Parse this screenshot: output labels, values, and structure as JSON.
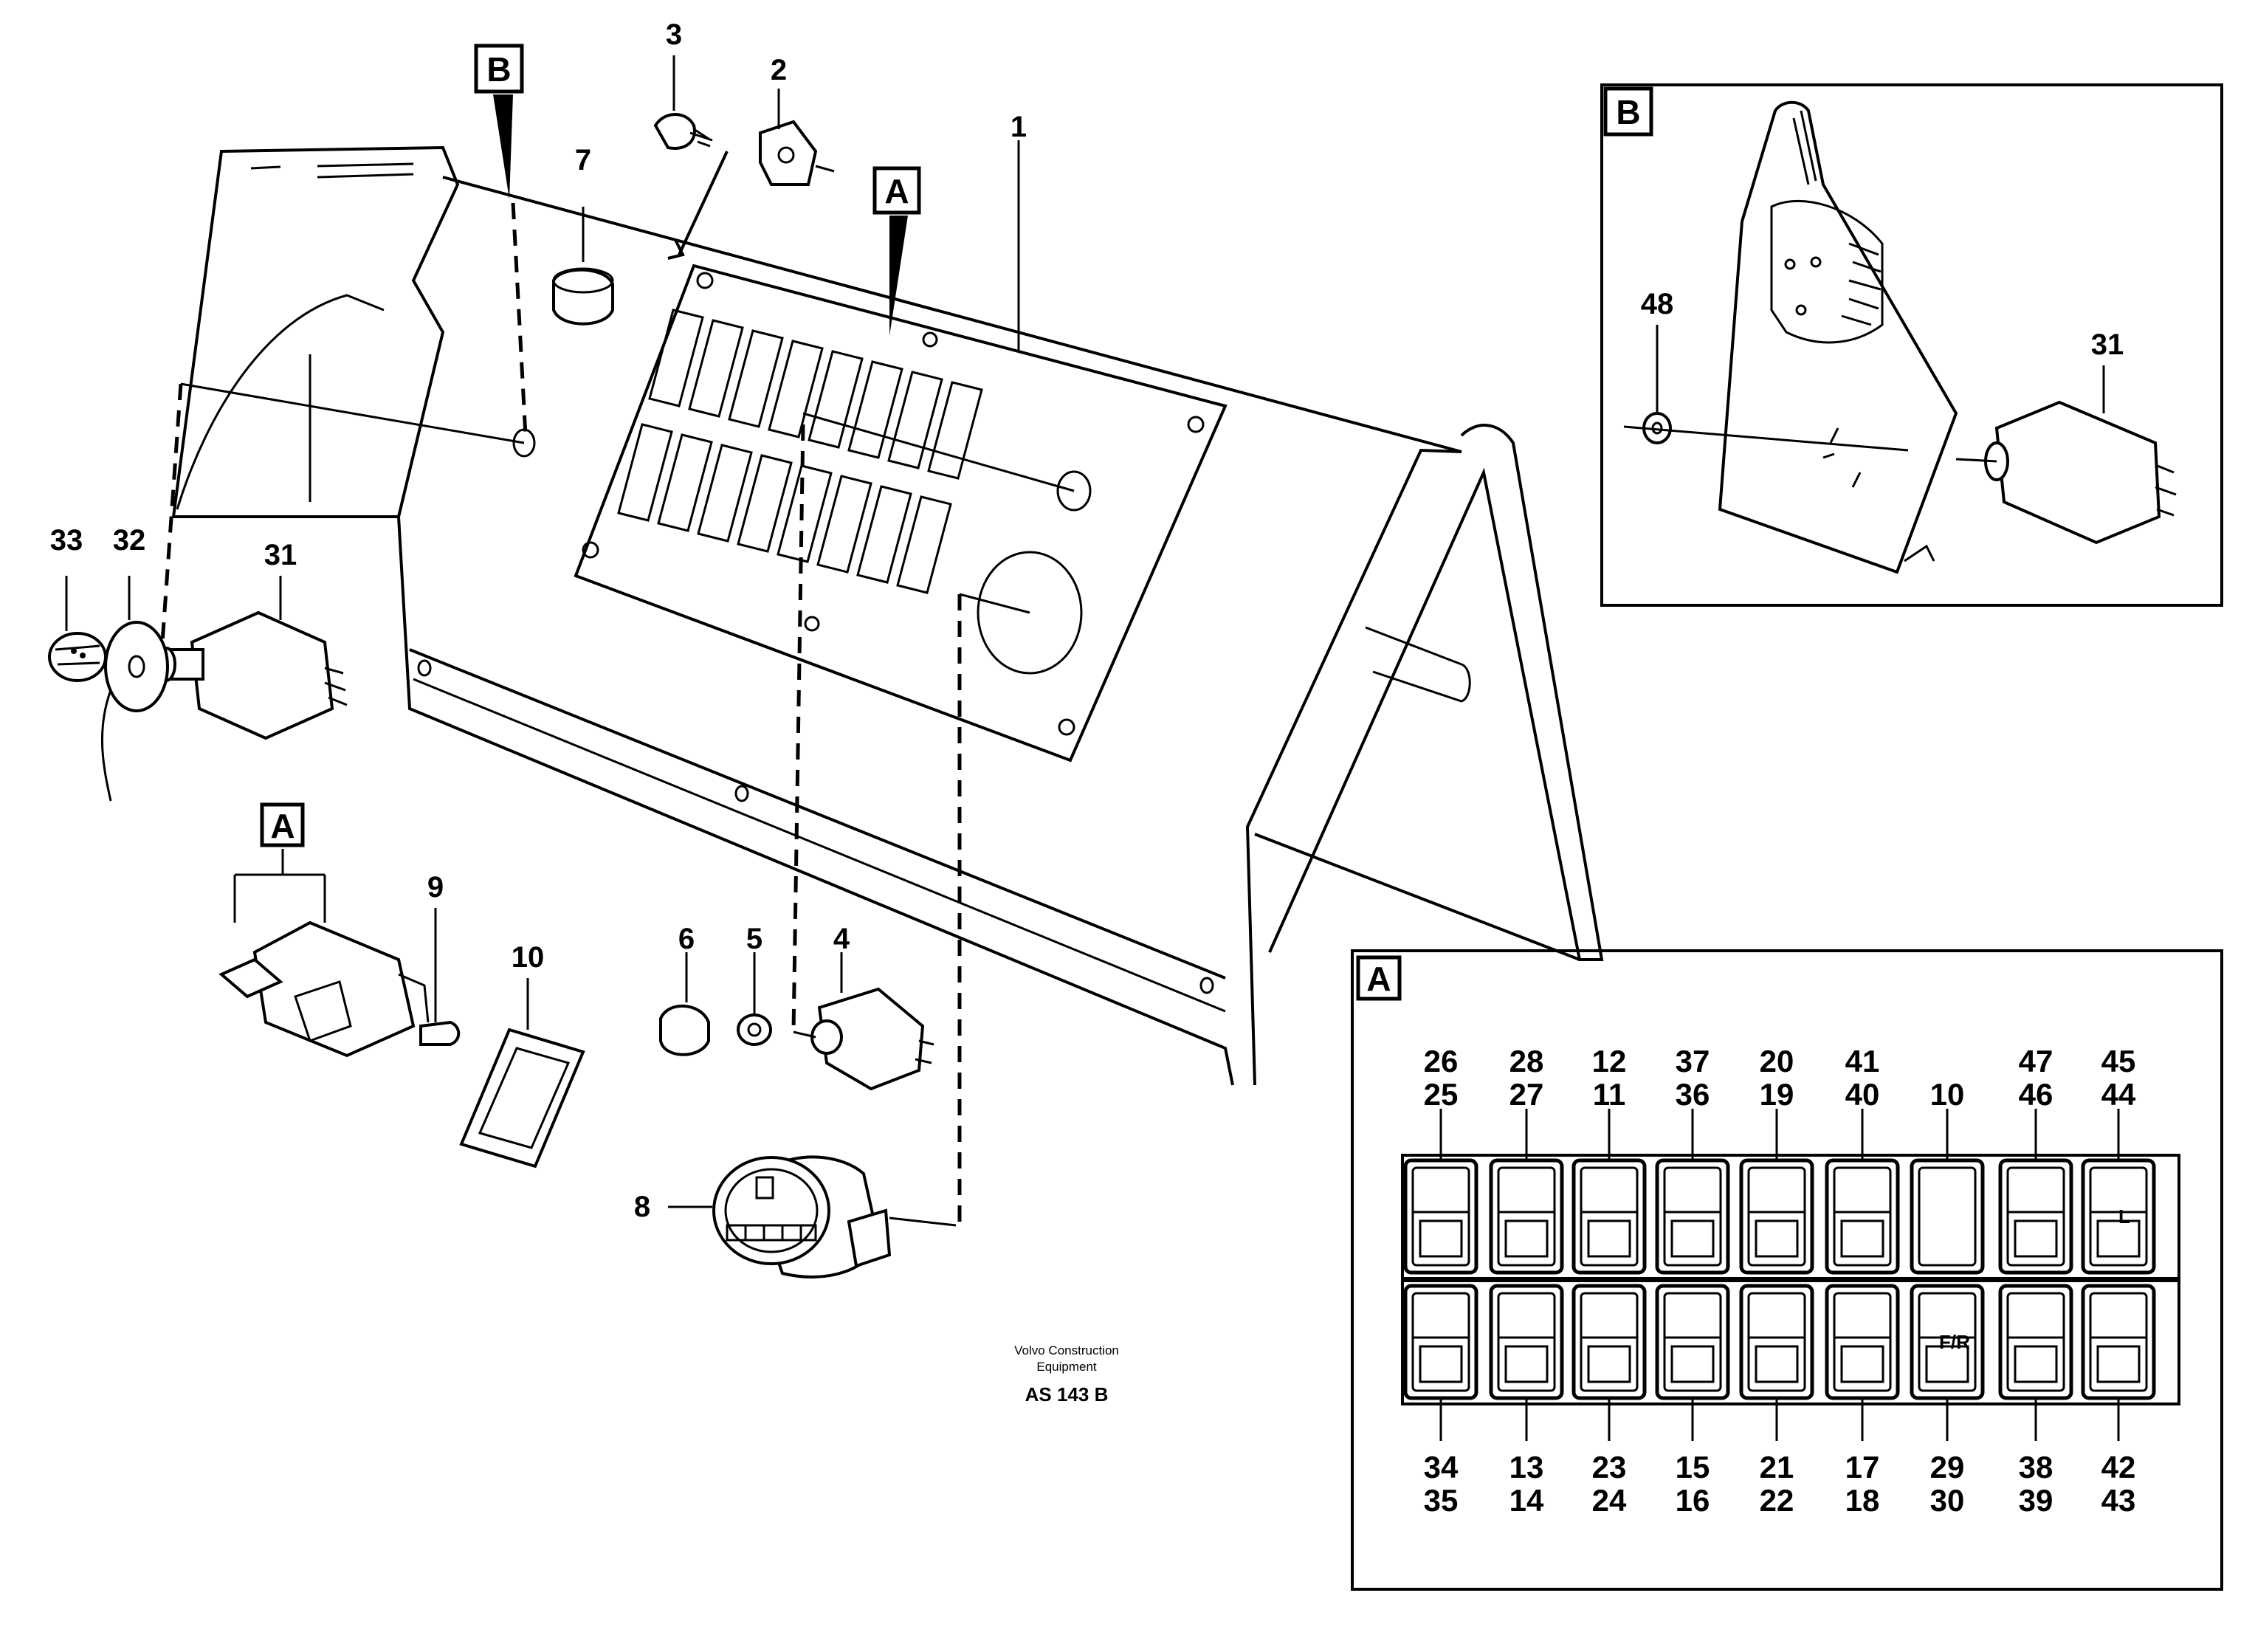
{
  "callouts": {
    "n1": "1",
    "n2": "2",
    "n3": "3",
    "n4": "4",
    "n5": "5",
    "n6": "6",
    "n7": "7",
    "n8": "8",
    "n9": "9",
    "n10": "10",
    "n31": "31",
    "n32": "32",
    "n33": "33"
  },
  "detail_labels": {
    "A": "A",
    "B": "B"
  },
  "detail_b": {
    "n48": "48",
    "n31": "31"
  },
  "detail_a": {
    "top_row": [
      {
        "upper": "26",
        "lower": "25"
      },
      {
        "upper": "28",
        "lower": "27"
      },
      {
        "upper": "12",
        "lower": "11"
      },
      {
        "upper": "37",
        "lower": "36"
      },
      {
        "upper": "20",
        "lower": "19"
      },
      {
        "upper": "41",
        "lower": "40"
      },
      {
        "upper": "",
        "lower": "10"
      },
      {
        "upper": "47",
        "lower": "46"
      },
      {
        "upper": "45",
        "lower": "44"
      }
    ],
    "bottom_row": [
      {
        "upper": "34",
        "lower": "35"
      },
      {
        "upper": "13",
        "lower": "14"
      },
      {
        "upper": "23",
        "lower": "24"
      },
      {
        "upper": "15",
        "lower": "16"
      },
      {
        "upper": "21",
        "lower": "22"
      },
      {
        "upper": "17",
        "lower": "18"
      },
      {
        "upper": "29",
        "lower": "30"
      },
      {
        "upper": "38",
        "lower": "39"
      },
      {
        "upper": "42",
        "lower": "43"
      }
    ],
    "symbol_text": {
      "fr": "F/R",
      "l": "L"
    }
  },
  "credit": {
    "line1": "Volvo Construction",
    "line2": "Equipment",
    "code": "AS 143 B"
  }
}
